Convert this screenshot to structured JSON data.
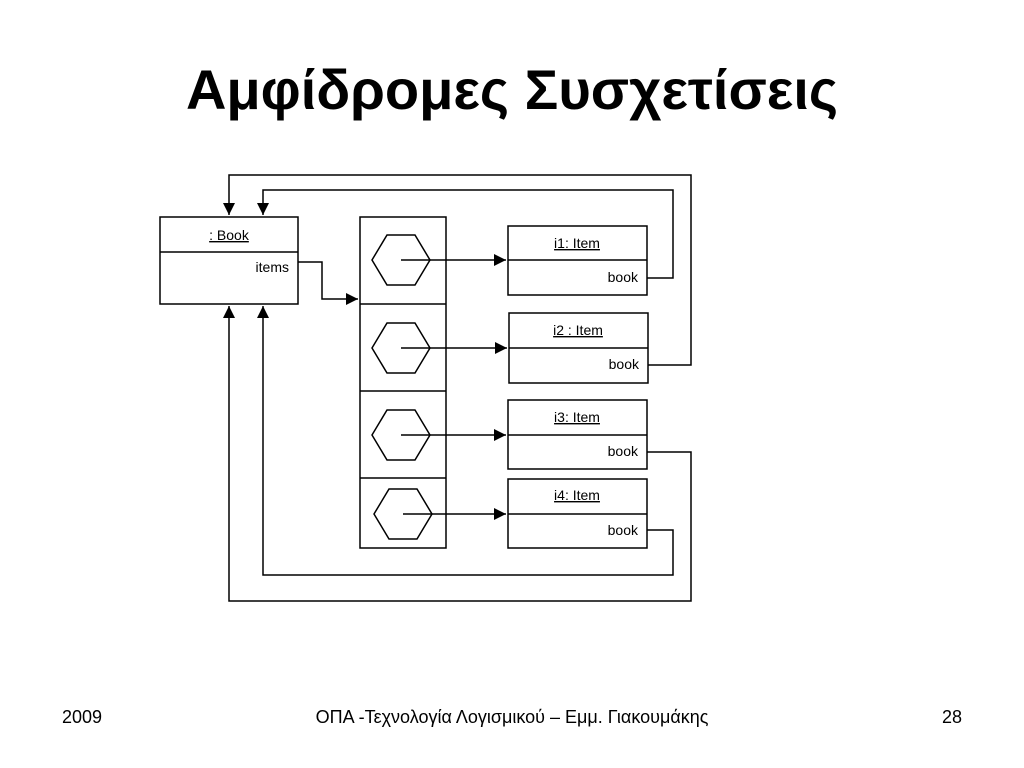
{
  "slide": {
    "title": "Αμφίδρομες Συσχετίσεις"
  },
  "diagram": {
    "book": {
      "name": ": Book",
      "attribute": "items"
    },
    "items": [
      {
        "name": "i1: Item",
        "attribute": "book"
      },
      {
        "name": "i2 : Item",
        "attribute": "book"
      },
      {
        "name": "i3: Item",
        "attribute": "book"
      },
      {
        "name": "i4: Item",
        "attribute": "book"
      }
    ]
  },
  "footer": {
    "year": "2009",
    "course": "ΟΠΑ -Τεχνολογία Λογισμικού – Εμμ. Γιακουμάκης",
    "page": "28"
  }
}
